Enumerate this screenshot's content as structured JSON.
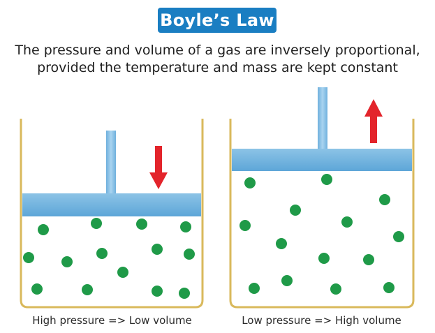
{
  "title": "Boyle’s Law",
  "description_line1": "The pressure and volume of a gas are inversely proportional,",
  "description_line2": "provided the temperature and mass are kept constant",
  "captions": {
    "left": "High pressure => Low volume",
    "right": "Low pressure => High volume"
  },
  "colors": {
    "title_badge": "#1a7ec2",
    "piston": "#74b4de",
    "container_outline": "#d9b95c",
    "gas_particle": "#1f9a48",
    "arrow": "#e3242b"
  },
  "icons": {
    "left_arrow": "arrow-down-icon",
    "right_arrow": "arrow-up-icon"
  }
}
